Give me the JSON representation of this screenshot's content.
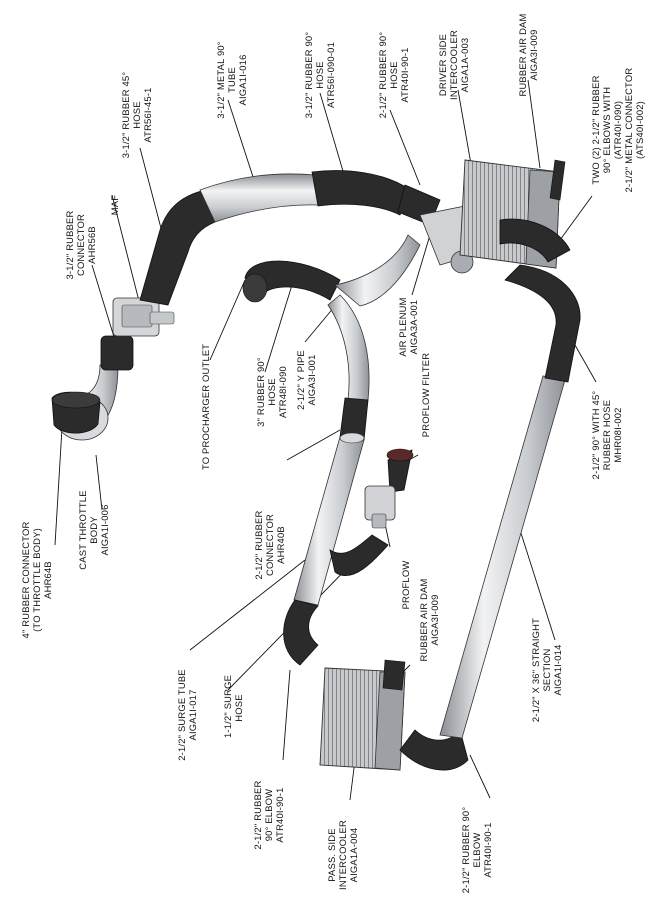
{
  "colors": {
    "rubber": "#2b2b2b",
    "metal_light": "#e4e6e8",
    "metal_mid": "#b9bcc0",
    "metal_dark": "#8a8e93",
    "line": "#111111",
    "background": "#ffffff"
  },
  "labels": [
    {
      "id": "throttle-connector",
      "lines": [
        "4\" RUBBER CONNECTOR",
        "(TO THROTTLE BODY)",
        "AHR64B"
      ]
    },
    {
      "id": "throttle-body",
      "lines": [
        "CAST THROTTLE",
        "BODY",
        "AIGA1I-006"
      ]
    },
    {
      "id": "connector-35",
      "lines": [
        "3-1/2\" RUBBER",
        "CONNECTOR",
        "AHR56B"
      ]
    },
    {
      "id": "maf",
      "lines": [
        "MAF"
      ]
    },
    {
      "id": "hose-45",
      "lines": [
        "3-1/2\" RUBBER 45°",
        "HOSE",
        "ATR56I-45-1"
      ]
    },
    {
      "id": "metal-tube",
      "lines": [
        "3-1/2\" METAL 90°",
        "TUBE",
        "AIGA1I-016"
      ]
    },
    {
      "id": "hose-90-35",
      "lines": [
        "3-1/2\" RUBBER 90°",
        "HOSE",
        "ATR56I-090-01"
      ]
    },
    {
      "id": "hose-90-25",
      "lines": [
        "2-1/2\" RUBBER 90°",
        "HOSE",
        "ATR40I-90-1"
      ]
    },
    {
      "id": "driver-intercooler",
      "lines": [
        "DRIVER SIDE",
        "INTERCOOLER",
        "AIGA1A-003"
      ]
    },
    {
      "id": "air-dam-top",
      "lines": [
        "RUBBER AIR DAM",
        "AIGA3I-009"
      ]
    },
    {
      "id": "elbows",
      "lines": [
        "TWO (2) 2-1/2\" RUBBER",
        "90° ELBOWS WITH",
        "(ATR40I-090)",
        "2-1/2\" METAL CONNECTOR",
        "(ATS40I-002)"
      ]
    },
    {
      "id": "procharger-outlet",
      "lines": [
        "TO PROCHARGER OUTLET"
      ]
    },
    {
      "id": "hose-90-3",
      "lines": [
        "3\" RUBBER 90°",
        "HOSE",
        "ATR48I-090"
      ]
    },
    {
      "id": "y-pipe",
      "lines": [
        "2-1/2\" Y PIPE",
        "AIGA3I-001"
      ]
    },
    {
      "id": "air-plenum",
      "lines": [
        "AIR PLENUM",
        "AIGA3A-001"
      ]
    },
    {
      "id": "proflow-filter",
      "lines": [
        "PROFLOW FILTER"
      ]
    },
    {
      "id": "connector-25",
      "lines": [
        "2-1/2\" RUBBER",
        "CONNECTOR",
        "AHR40B"
      ]
    },
    {
      "id": "proflow",
      "lines": [
        "PROFLOW"
      ]
    },
    {
      "id": "air-dam-bottom",
      "lines": [
        "RUBBER AIR DAM",
        "AIGA3I-009"
      ]
    },
    {
      "id": "hose-90-45",
      "lines": [
        "2-1/2\" 90° WITH 45°",
        "RUBBER HOSE",
        "MHR08I-002"
      ]
    },
    {
      "id": "surge-tube",
      "lines": [
        "2-1/2\" SURGE TUBE",
        "AIGA1I-017"
      ]
    },
    {
      "id": "surge-hose",
      "lines": [
        "1-1/2\" SURGE",
        "HOSE"
      ]
    },
    {
      "id": "straight-section",
      "lines": [
        "2-1/2\" X 36\" STRAIGHT",
        "SECTION",
        "AIGA1I-014"
      ]
    },
    {
      "id": "elbow-left",
      "lines": [
        "2-1/2\" RUBBER",
        "90° ELBOW",
        "ATR40I-90-1"
      ]
    },
    {
      "id": "pass-intercooler",
      "lines": [
        "PASS. SIDE",
        "INTERCOOLER",
        "AIGA1A-004"
      ]
    },
    {
      "id": "elbow-bottom",
      "lines": [
        "2-1/2\" RUBBER 90°",
        "ELBOW",
        "ATR40I-90-1"
      ]
    }
  ]
}
